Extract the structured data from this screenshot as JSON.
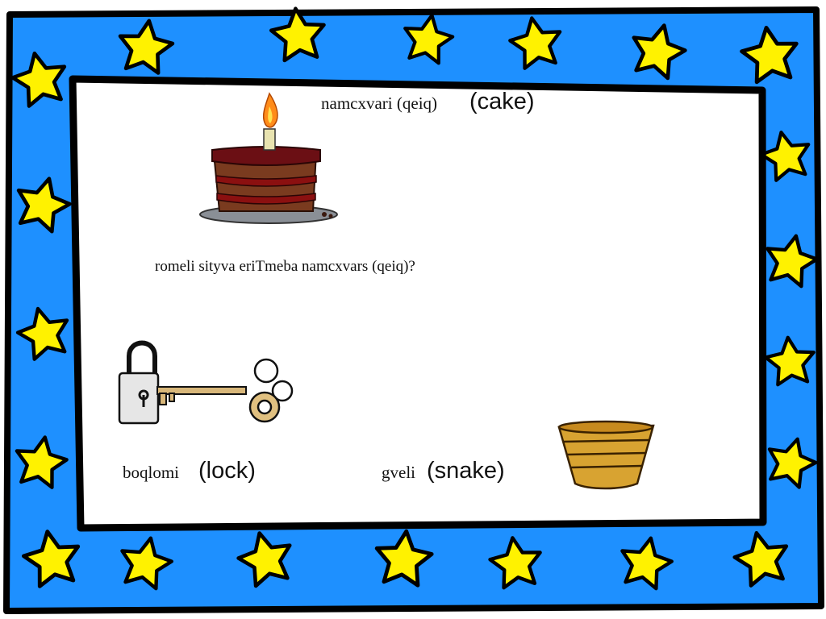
{
  "colors": {
    "frame_blue": "#1E90FF",
    "star_yellow": "#FFF200",
    "outline_black": "#000000",
    "panel_white": "#FFFFFF"
  },
  "title_word": {
    "native": "namcxvari (qeiq)",
    "english": "(cake)"
  },
  "question": "romeli sityva eriTmeba namcxvars (qeiq)?",
  "options": [
    {
      "native": "boqlomi",
      "english": "(lock)"
    },
    {
      "native": "gveli",
      "english": "(snake)"
    }
  ],
  "images": {
    "cake": "cake-slice-with-candle",
    "lock": "padlock-with-key",
    "basket": "woven-basket"
  }
}
